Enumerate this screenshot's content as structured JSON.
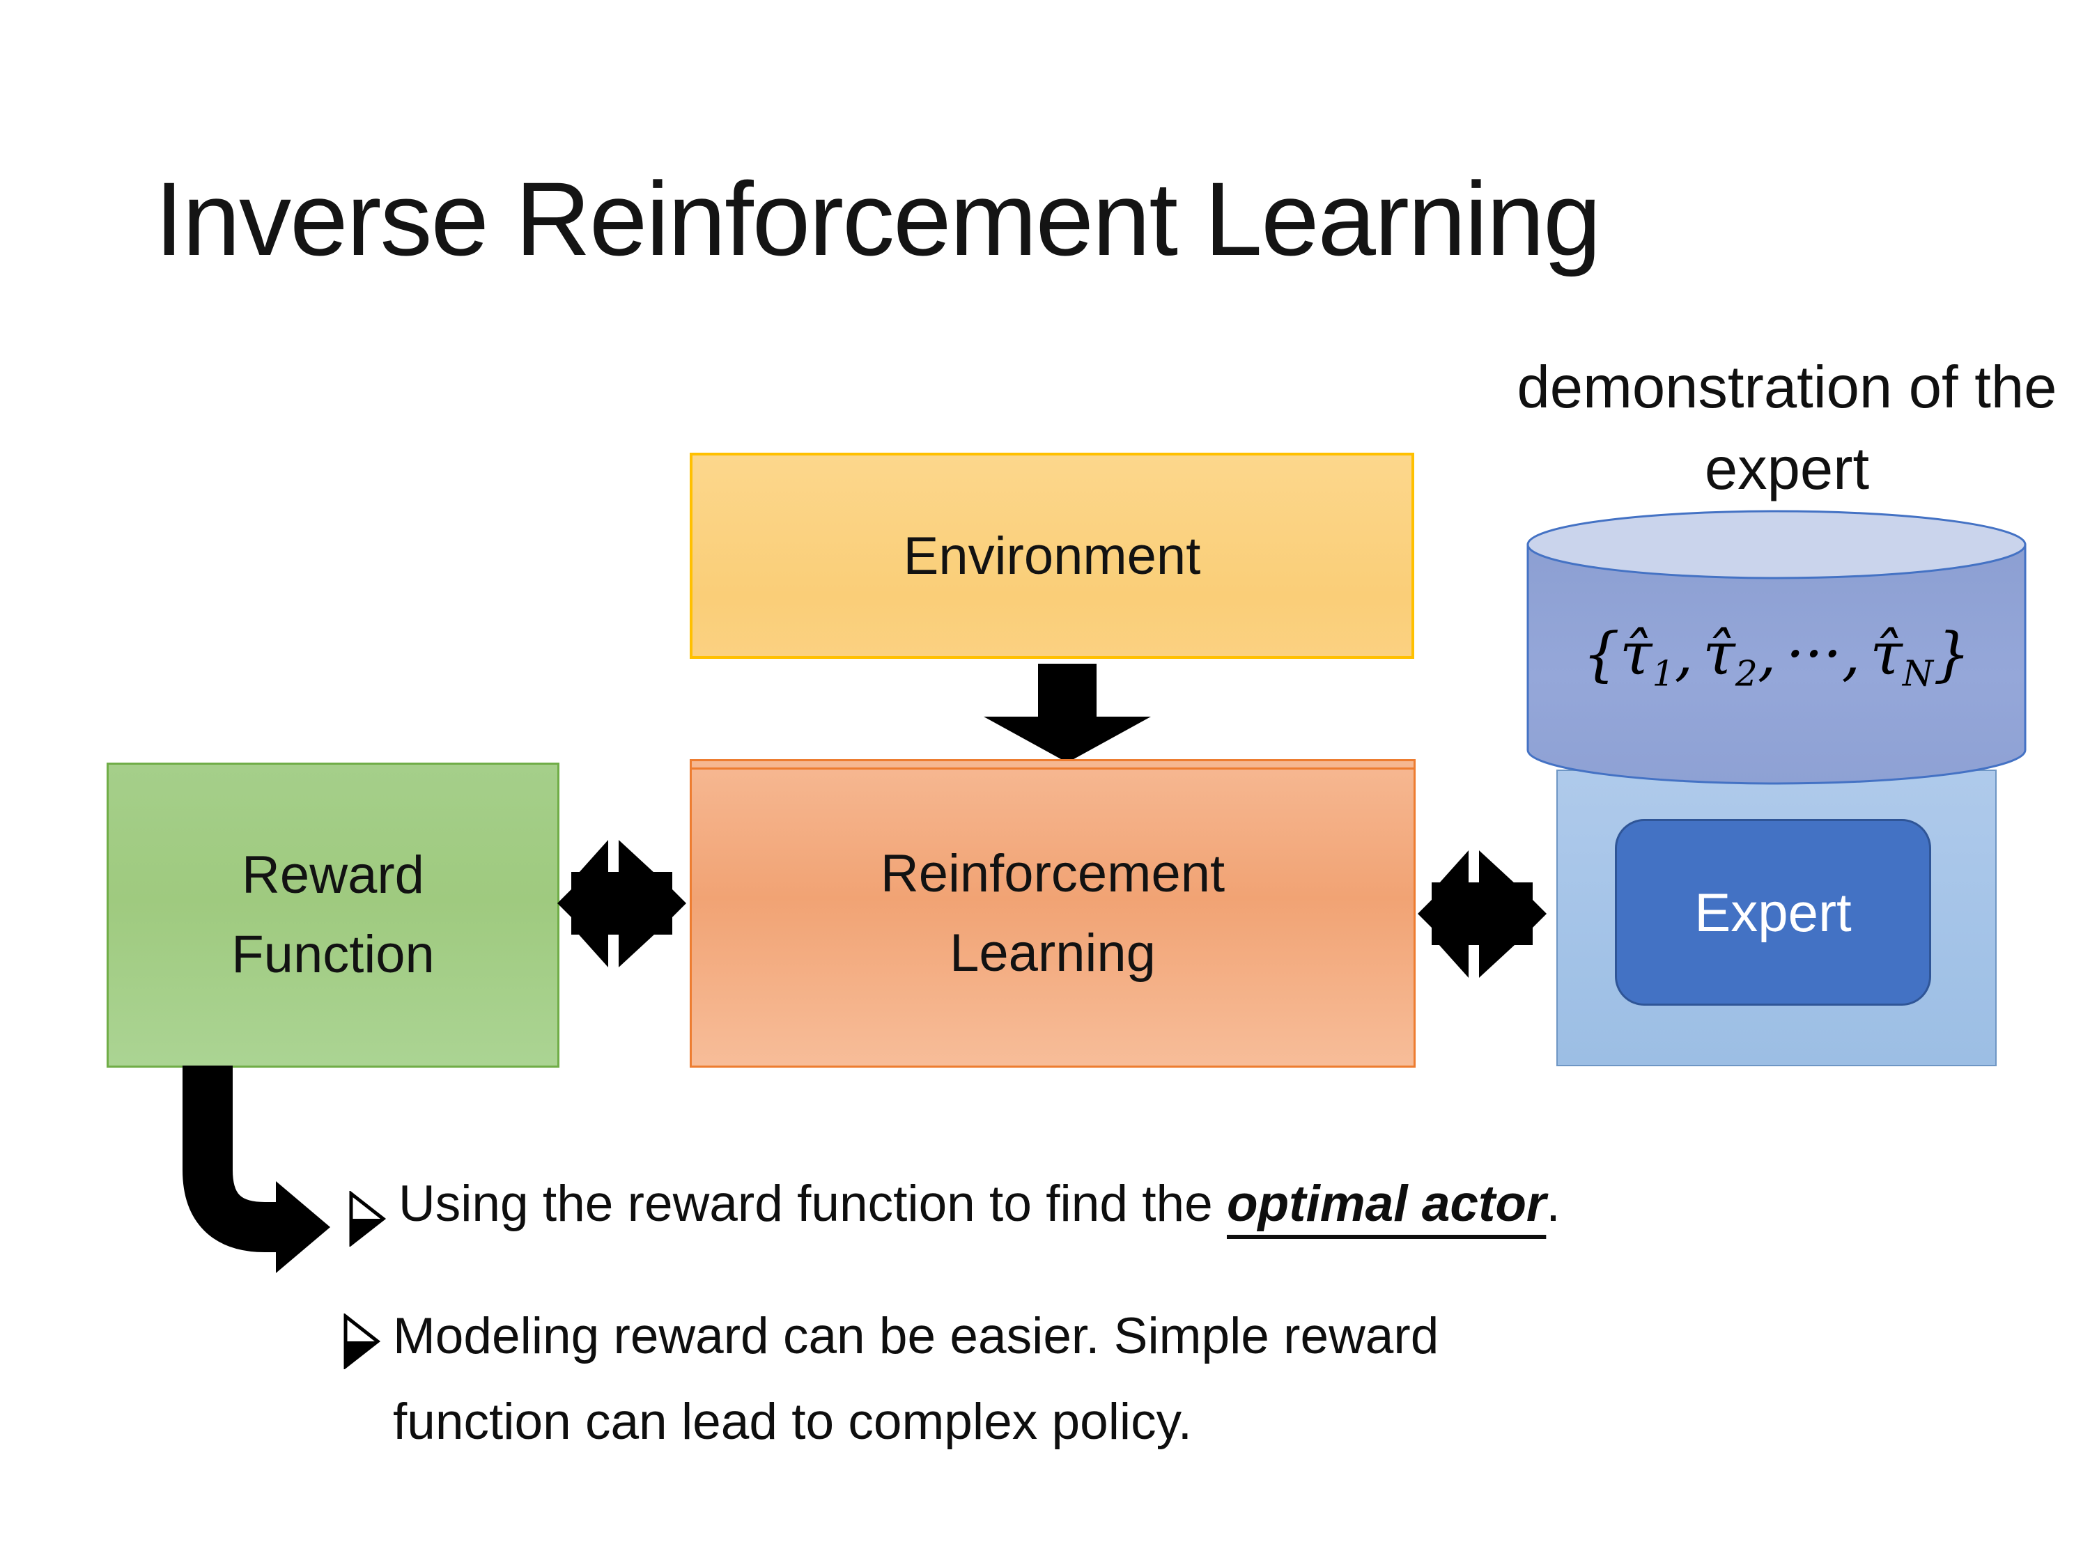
{
  "slide": {
    "title": "Inverse Reinforcement Learning",
    "annotation": "demonstration of the expert"
  },
  "boxes": {
    "environment": "Environment",
    "reward": {
      "line1": "Reward",
      "line2": "Function"
    },
    "rl": {
      "line1": "Reinforcement",
      "line2": "Learning"
    },
    "expert": "Expert"
  },
  "formula": {
    "open": "{",
    "tau": "τ̂",
    "sub1": "1",
    "sub2": "2",
    "subN": "N",
    "comma": ",",
    "dots": "···",
    "close": "}"
  },
  "bullets": {
    "item1": {
      "pre": "Using the reward function to find the ",
      "emphasis": "optimal actor",
      "post": "."
    },
    "item2": {
      "line1": "Modeling reward can be easier. Simple reward",
      "line2": "function can lead to complex policy."
    }
  },
  "colors": {
    "environment_fill": "#FACE78",
    "environment_border": "#FFC000",
    "reward_fill": "#A5CF8A",
    "reward_border": "#70AD47",
    "rl_fill": "#F1A374",
    "rl_border": "#ED7D31",
    "expert_fill": "#4372C4",
    "expert_border": "#2F5597",
    "expert_container_fill": "#A5C4E8",
    "expert_container_border": "#6E96C4",
    "cylinder_body_fill": "#91A4D6",
    "cylinder_top_fill": "#CAD4EC",
    "cylinder_border": "#4472C4",
    "connector_color": "#000000",
    "text_color": "#141414"
  }
}
